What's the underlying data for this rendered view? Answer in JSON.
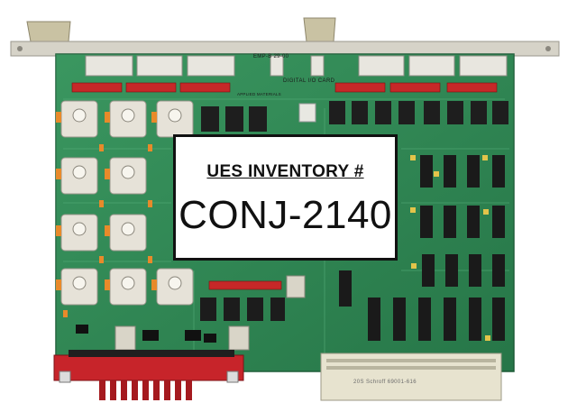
{
  "photo": {
    "label": {
      "title": "UES INVENTORY #",
      "value": "CONJ-2140"
    },
    "silkscreen": {
      "model": "EMP-B 29-00",
      "title": "DIGITAL I/O CARD",
      "brand": "APPLIED MATERIALS",
      "connector_marking": "20S   Schroff   69001-616"
    }
  }
}
